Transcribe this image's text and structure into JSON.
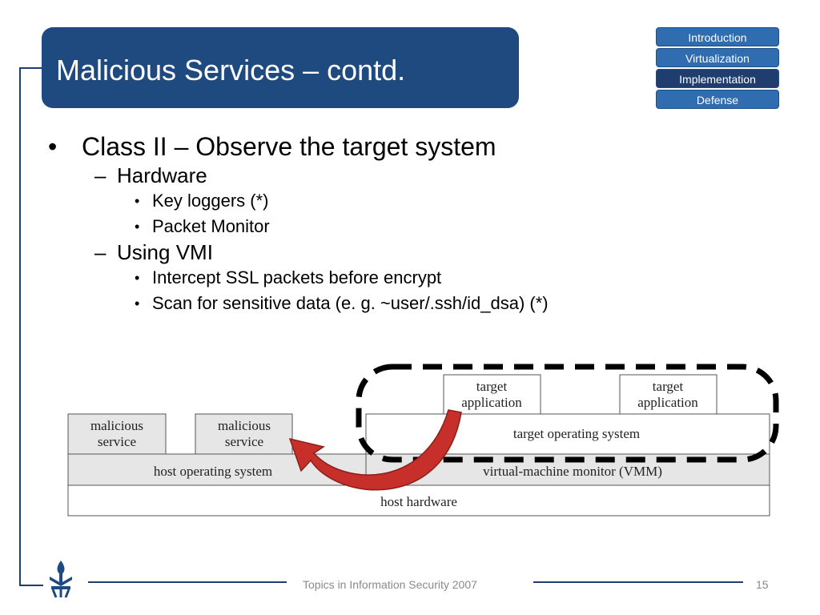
{
  "slide": {
    "title": "Malicious Services – contd.",
    "nav": [
      {
        "label": "Introduction",
        "active": false
      },
      {
        "label": "Virtualization",
        "active": false
      },
      {
        "label": "Implementation",
        "active": true
      },
      {
        "label": "Defense",
        "active": false
      }
    ],
    "bullets": {
      "l1": "Class II – Observe the target system",
      "hardware": {
        "label": "Hardware",
        "items": [
          "Key loggers (*)",
          "Packet Monitor"
        ]
      },
      "vmi": {
        "label": "Using VMI",
        "items": [
          "Intercept SSL packets before encrypt",
          "Scan for sensitive data (e. g. ~user/.ssh/id_dsa) (*)"
        ]
      }
    },
    "diagram": {
      "malicious_service": [
        "malicious",
        "service"
      ],
      "target_application": [
        "target",
        "application"
      ],
      "target_os": "target operating system",
      "host_os": "host operating system",
      "vmm": "virtual-machine monitor (VMM)",
      "host_hardware": "host hardware"
    },
    "footer": {
      "text": "Topics in Information Security 2007",
      "page": "15"
    },
    "colors": {
      "accent": "#1f4a7f",
      "nav": "#2f6db0",
      "arrow": "#c7302a"
    }
  }
}
